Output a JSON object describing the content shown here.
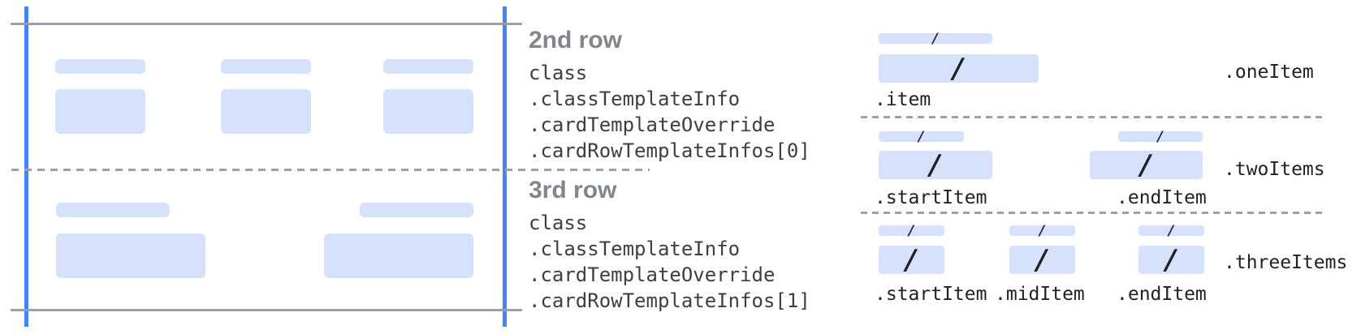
{
  "colors": {
    "accent_blue": "#4285f4",
    "placeholder_blue": "#d6e1fb",
    "line_gray": "#9aa0a6",
    "heading_gray": "#80868b",
    "code_text": "#3c4043",
    "slash_dark": "#202124"
  },
  "glyphs": {
    "slash": "/"
  },
  "annotations": {
    "row2": {
      "title": "2nd row",
      "code_lines": [
        "class",
        ".classTemplateInfo",
        ".cardTemplateOverride",
        ".cardRowTemplateInfos[0]"
      ]
    },
    "row3": {
      "title": "3rd row",
      "code_lines": [
        "class",
        ".classTemplateInfo",
        ".cardTemplateOverride",
        ".cardRowTemplateInfos[1]"
      ]
    }
  },
  "layouts": {
    "one_item": {
      "label": ".oneItem",
      "items": [
        {
          "label": ".item"
        }
      ]
    },
    "two_items": {
      "label": ".twoItems",
      "items": [
        {
          "label": ".startItem"
        },
        {
          "label": ".endItem"
        }
      ]
    },
    "three_items": {
      "label": ".threeItems",
      "items": [
        {
          "label": ".startItem"
        },
        {
          "label": ".midItem"
        },
        {
          "label": ".endItem"
        }
      ]
    }
  }
}
